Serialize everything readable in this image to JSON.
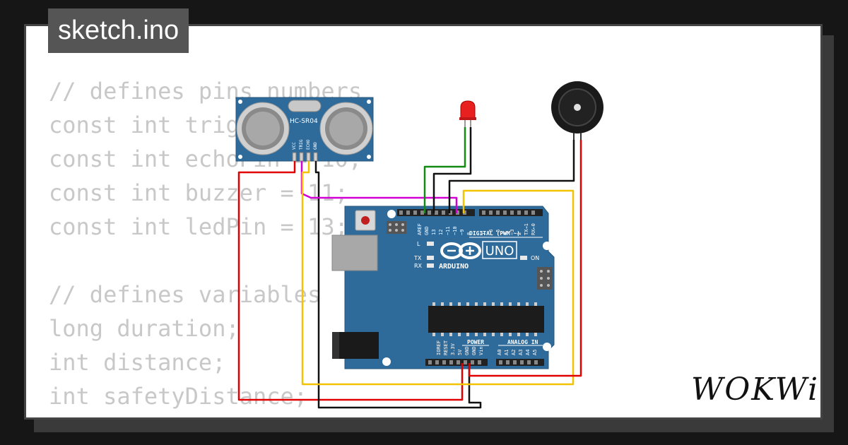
{
  "file_tab": {
    "label": "sketch.ino"
  },
  "code_lines": [
    "// defines pins numbers",
    "const int trigPin = 9;",
    "const int echoPin = 10;",
    "const int buzzer = 11;",
    "const int ledPin = 13;",
    "",
    "// defines variables",
    "long duration;",
    "int distance;",
    "int safetyDistance;"
  ],
  "sensor": {
    "model": "HC-SR04",
    "pins": [
      "VCC",
      "TRIG",
      "ECHO",
      "GND"
    ]
  },
  "board": {
    "brand": "ARDUINO",
    "model": "UNO",
    "digital_header": "DIGITAL (PWM ~)",
    "power_header": "POWER",
    "analog_header": "ANALOG IN",
    "top_pins": [
      "AREF",
      "GND",
      "13",
      "12",
      "~11",
      "~10",
      "~9",
      "8",
      "7",
      "~6",
      "~5",
      "4",
      "~3",
      "2",
      "TX→1",
      "RX←0"
    ],
    "power_pins": [
      "IOREF",
      "RESET",
      "3.3V",
      "5V",
      "GND",
      "GND",
      "Vin"
    ],
    "analog_pins": [
      "A0",
      "A1",
      "A2",
      "A3",
      "A4",
      "A5"
    ],
    "led_labels": {
      "l": "L",
      "tx": "TX",
      "rx": "RX",
      "on": "ON"
    }
  },
  "logo": {
    "text": "WOKWi"
  },
  "colors": {
    "board_blue": "#2f6b9a",
    "wire_red": "#e00000",
    "wire_black": "#111111",
    "wire_green": "#138a13",
    "wire_magenta": "#d200d2",
    "wire_yellow": "#f2c300",
    "led_red": "#e82020"
  }
}
